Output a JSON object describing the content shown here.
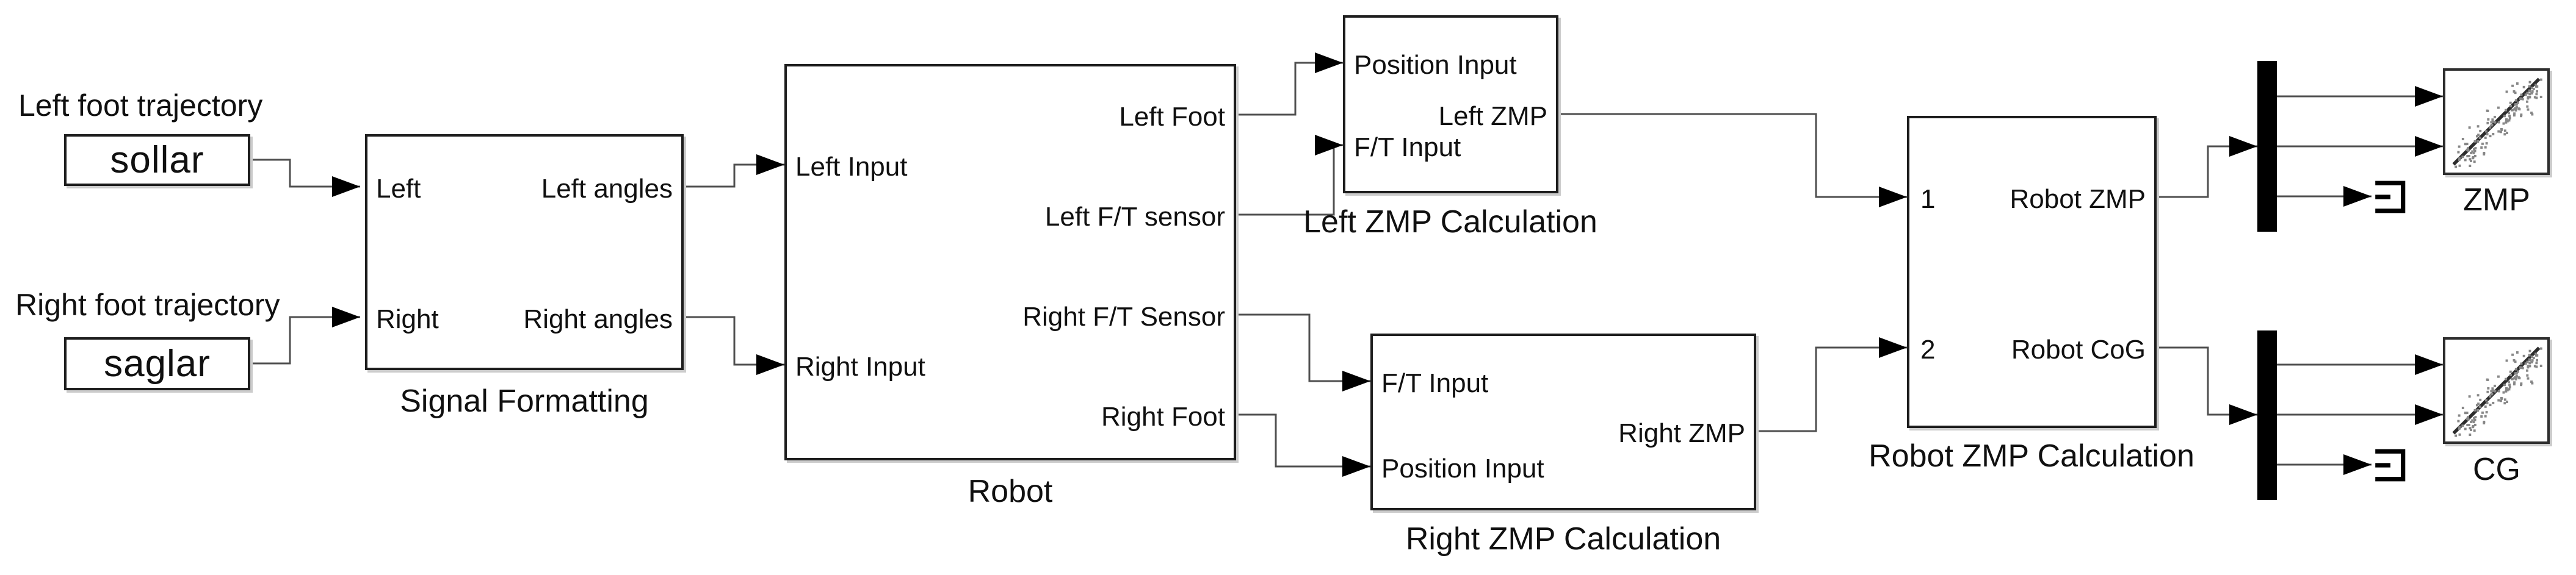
{
  "diagram": {
    "type": "simulink-block-diagram",
    "annotations": {
      "left_foot_trajectory": "Left foot trajectory",
      "right_foot_trajectory": "Right foot trajectory"
    },
    "blocks": {
      "sollar": {
        "label": "sollar"
      },
      "saglar": {
        "label": "saglar"
      },
      "signal_formatting": {
        "name": "Signal Formatting",
        "in_left": "Left",
        "in_right": "Right",
        "out_left": "Left angles",
        "out_right": "Right angles"
      },
      "robot": {
        "name": "Robot",
        "in_left": "Left Input",
        "in_right": "Right Input",
        "out_left_foot": "Left Foot",
        "out_left_ft": "Left F/T sensor",
        "out_right_ft": "Right F/T Sensor",
        "out_right_foot": "Right Foot"
      },
      "left_zmp_calc": {
        "name": "Left ZMP Calculation",
        "in_position": "Position Input",
        "in_ft": "F/T Input",
        "out": "Left ZMP"
      },
      "right_zmp_calc": {
        "name": "Right ZMP Calculation",
        "in_ft": "F/T Input",
        "in_position": "Position Input",
        "out": "Right ZMP"
      },
      "robot_zmp_calc": {
        "name": "Robot ZMP Calculation",
        "in_1": "1",
        "in_2": "2",
        "out_zmp": "Robot ZMP",
        "out_cog": "Robot CoG"
      },
      "zmp_scope": {
        "name": "ZMP"
      },
      "cg_scope": {
        "name": "CG"
      }
    },
    "colors": {
      "background": "#ffffff",
      "wire": "#4f4f4f",
      "arrowhead": "#000000",
      "block_border": "#1d1d1d",
      "text": "#101010",
      "scope_dot": "#878787",
      "scope_line": "#2b2b2b"
    }
  }
}
